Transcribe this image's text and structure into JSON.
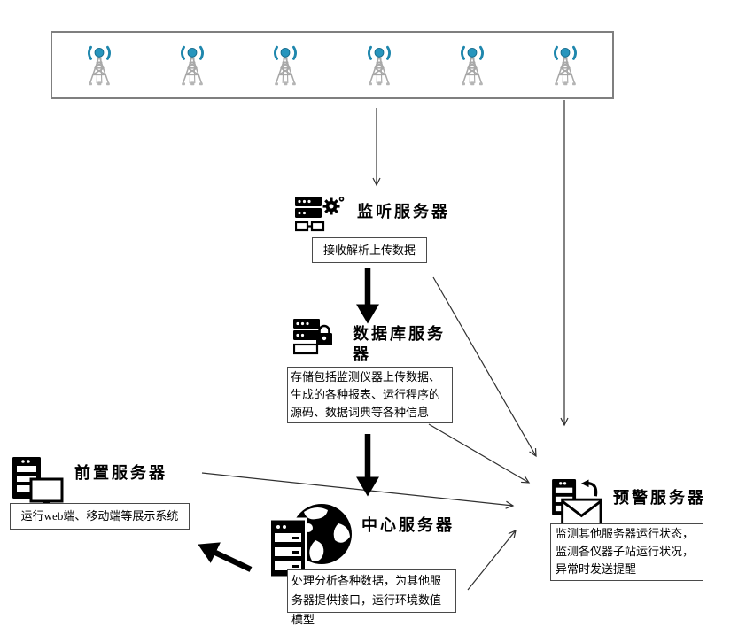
{
  "diagram_name": "server-architecture-diagram",
  "colors": {
    "antenna_signal": "#1f87ad",
    "antenna_tower": "#a8a8a8",
    "icon_black": "#000000",
    "thin_arrow": "#303030",
    "thick_arrow": "#000000",
    "station_box_border": "#7f7f7f",
    "desc_box_border": "#4a4a4a"
  },
  "stations": {
    "antenna_count": 6,
    "antenna_icon": "radio-tower-icon"
  },
  "servers": [
    {
      "id": "listening",
      "icon": "server-gear-icon",
      "title": "监听服务器",
      "desc": "接收解析上传数据"
    },
    {
      "id": "database",
      "icon": "server-lock-icon",
      "title": "数据库服务器",
      "desc": "存储包括监测仪器上传数据、生成的各种报表、运行程序的源码、数据词典等各种信息"
    },
    {
      "id": "front",
      "icon": "server-monitor-icon",
      "title": "前置服务器",
      "desc": "运行web端、移动端等展示系统"
    },
    {
      "id": "central",
      "icon": "server-globe-icon",
      "title": "中心服务器",
      "desc": "处理分析各种数据，为其他服务器提供接口，运行环境数值模型"
    },
    {
      "id": "warning",
      "icon": "server-mail-icon",
      "title": "预警服务器",
      "desc": "监测其他服务器运行状态，监测各仪器子站运行状况，异常时发送提醒"
    }
  ],
  "connections": [
    {
      "from": "stations",
      "to": "listening",
      "style": "thin"
    },
    {
      "from": "stations",
      "to": "warning",
      "style": "thin"
    },
    {
      "from": "listening",
      "to": "database",
      "style": "thick"
    },
    {
      "from": "listening",
      "to": "warning",
      "style": "thin"
    },
    {
      "from": "database",
      "to": "central",
      "style": "thick"
    },
    {
      "from": "database",
      "to": "warning",
      "style": "thin"
    },
    {
      "from": "front",
      "to": "warning",
      "style": "thin"
    },
    {
      "from": "central",
      "to": "front",
      "style": "thick"
    },
    {
      "from": "central",
      "to": "warning",
      "style": "thin"
    }
  ]
}
